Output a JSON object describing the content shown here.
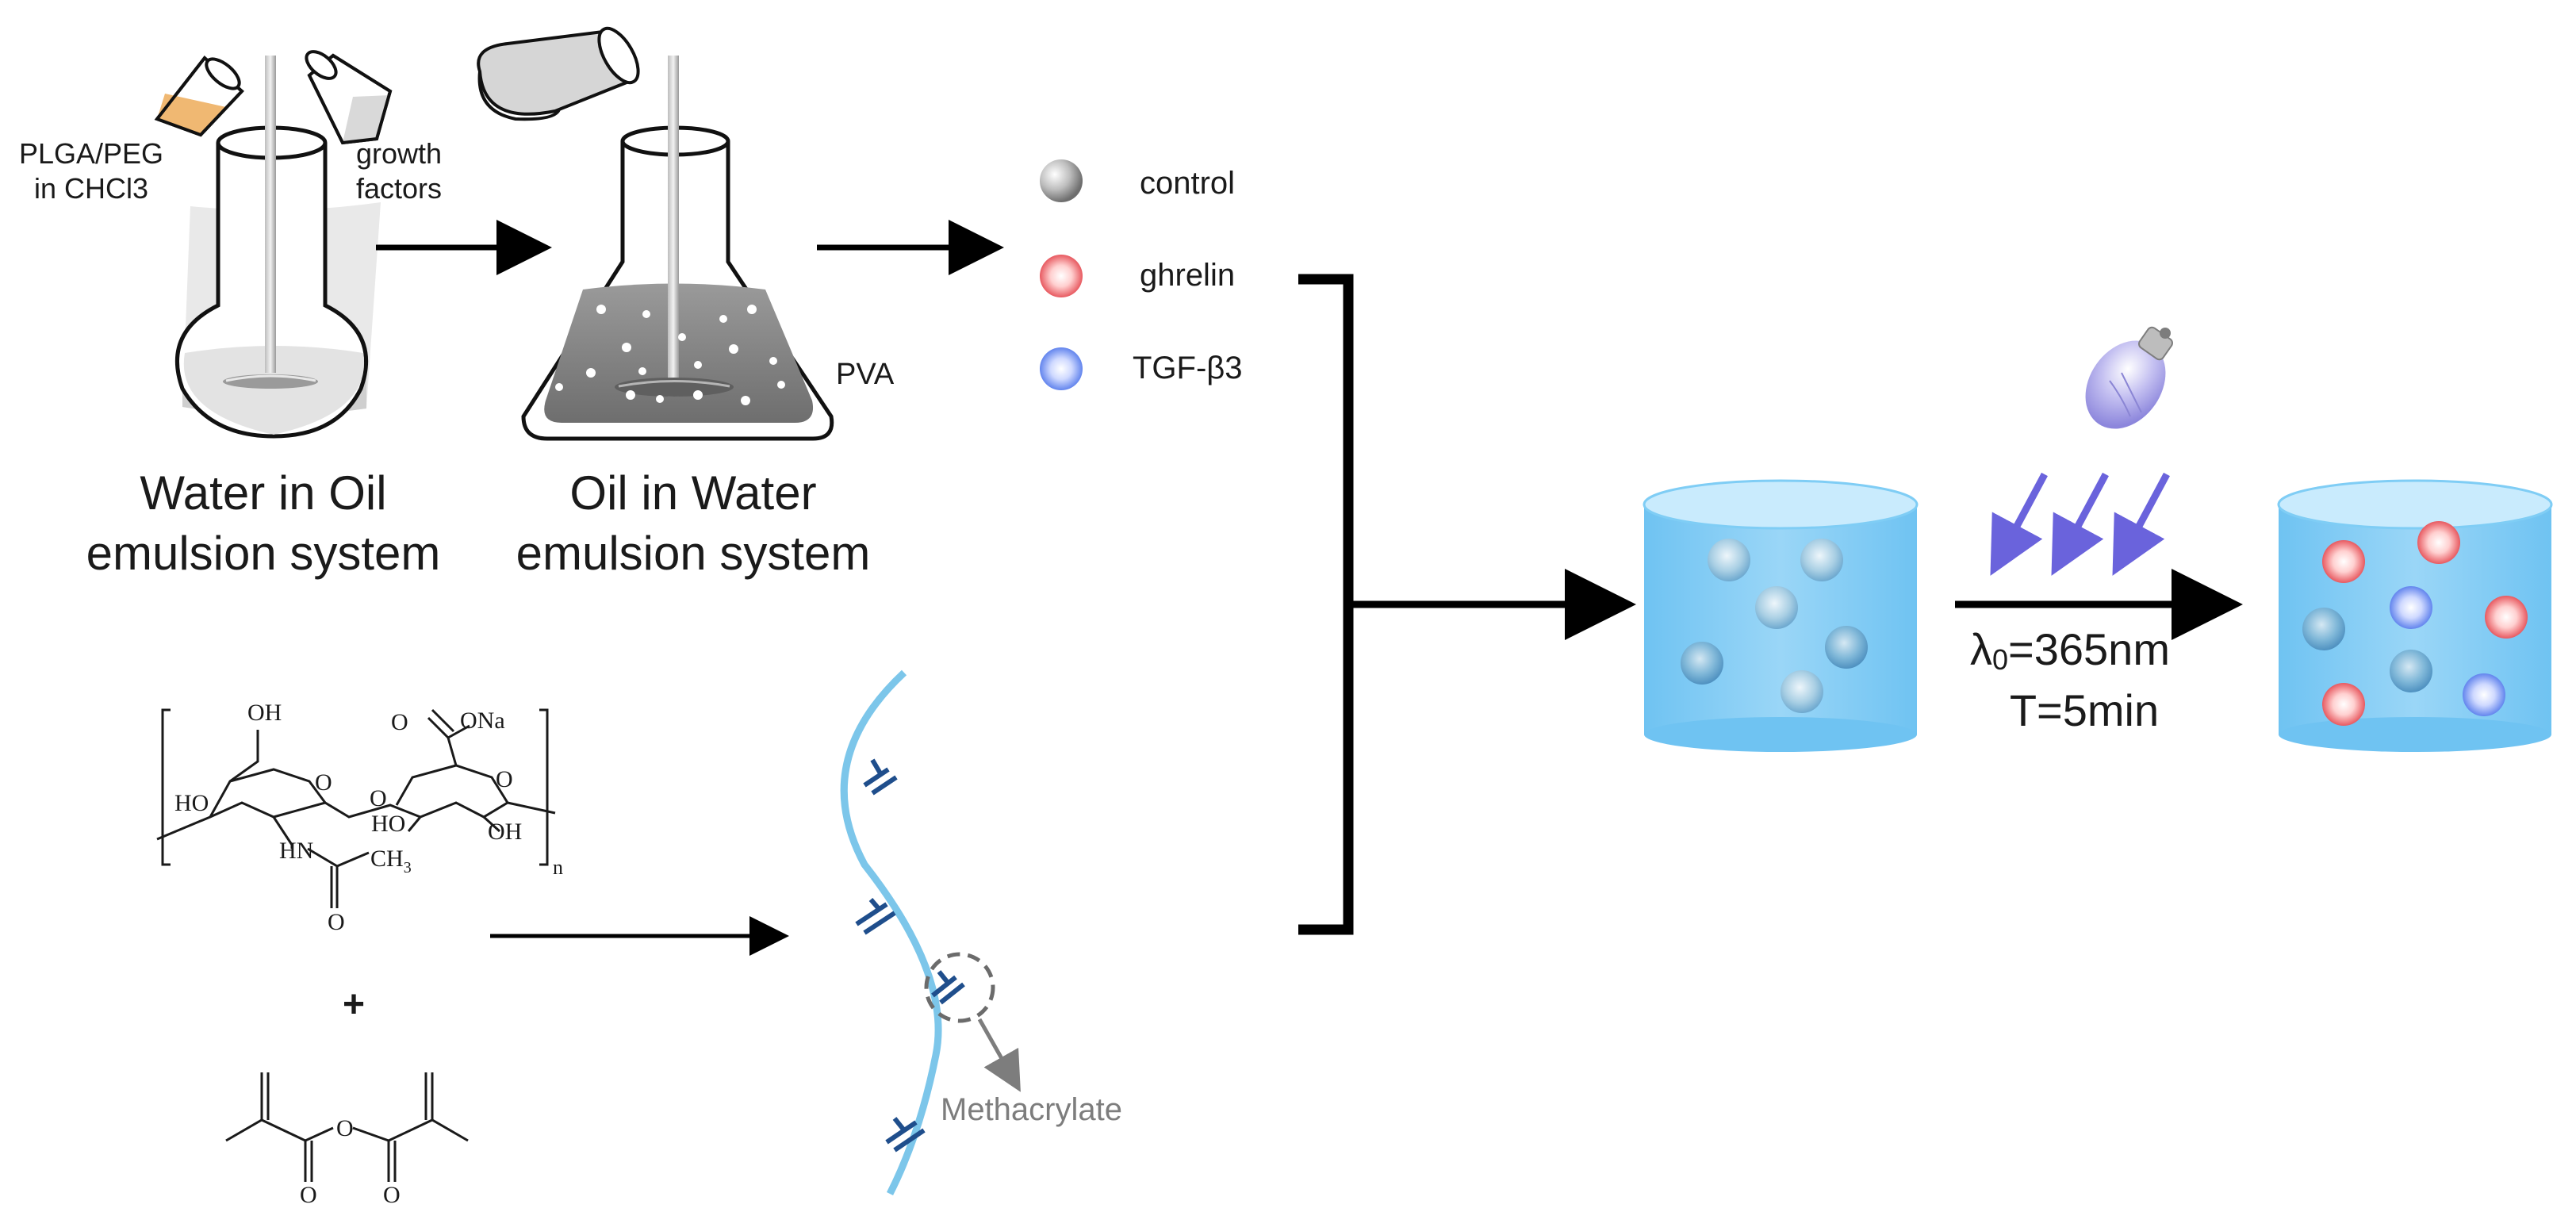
{
  "labels": {
    "plga_line1": "PLGA/PEG",
    "plga_line2": "in CHCl3",
    "growth_line1": "growth",
    "growth_line2": "factors",
    "pva": "PVA",
    "wo_line1": "Water in Oil",
    "wo_line2": "emulsion system",
    "ow_line1": "Oil in Water",
    "ow_line2": "emulsion system",
    "methacrylate": "Methacrylate",
    "plus": "+",
    "wavelength_prefix": "λ",
    "wavelength_sub": "0",
    "wavelength_value": "=365nm",
    "time": "T=5min"
  },
  "legend": [
    {
      "label": "control",
      "color": "#8c8c8c"
    },
    {
      "label": "ghrelin",
      "color": "#ec5a5a"
    },
    {
      "label": "TGF-β3",
      "color": "#5b86ea"
    }
  ],
  "chemistry": {
    "oh_top": "OH",
    "coona": "ONa",
    "o_carbonyl": "O",
    "ho_left": "HO",
    "ho_mid": "HO",
    "oh_right": "OH",
    "o_ring1": "O",
    "o_link": "O",
    "o_ring2": "O",
    "nh": "HN",
    "ch3": "CH",
    "ch3_sub": "3",
    "o_amide": "O",
    "n_sub": "n",
    "anh_o_bridge": "O",
    "anh_o_left": "O",
    "anh_o_right": "O"
  },
  "colors": {
    "accent_blue": "#69bff0",
    "chain_blue": "#7cc6ea",
    "methacrylate_mark": "#1f4e8c",
    "uv_arrow": "#6a63dc",
    "plga_liquid": "#f0b872",
    "gray_liquid": "#8a8a8a"
  }
}
